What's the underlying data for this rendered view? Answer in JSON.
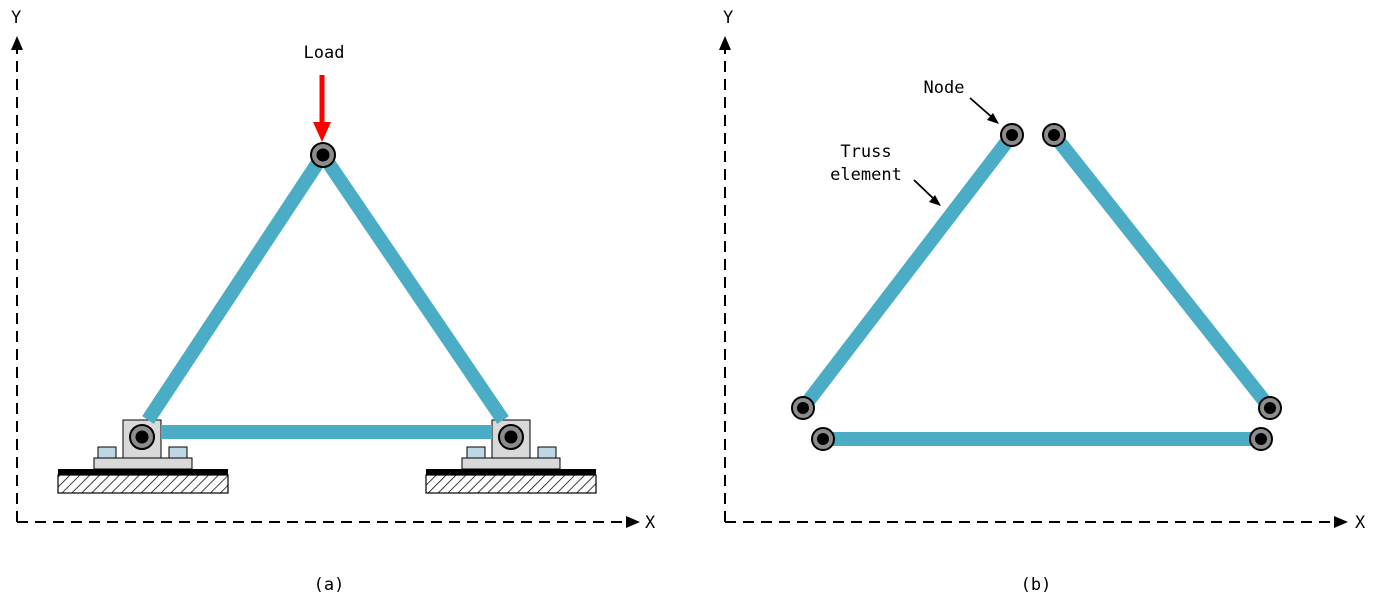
{
  "panel_a": {
    "axis_x_label": "X",
    "axis_y_label": "Y",
    "load_label": "Load",
    "load_arrow_color": "#ff0000",
    "caption": "(a)"
  },
  "panel_b": {
    "axis_x_label": "X",
    "axis_y_label": "Y",
    "node_label": "Node",
    "element_label_line1": "Truss",
    "element_label_line2": "element",
    "caption": "(b)"
  },
  "colors": {
    "member": "#4bacc6",
    "node_ring": "#8c8c8c",
    "support_block": "#d9d9d9",
    "bolt": "#bed7e4"
  }
}
